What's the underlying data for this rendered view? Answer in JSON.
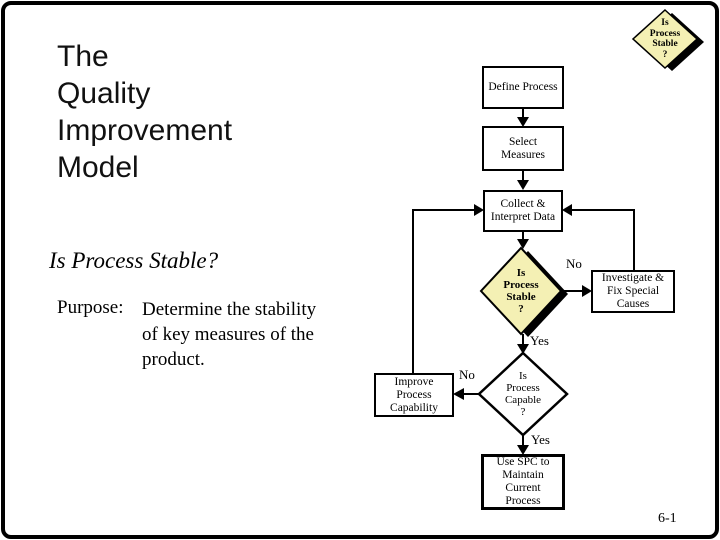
{
  "slide": {
    "title": "The\nQuality\nImprovement\nModel",
    "page_number": "6-1",
    "corner_badge": "Is\nProcess\nStable\n?"
  },
  "content": {
    "heading": "Is Process Stable?",
    "purpose_label": "Purpose:",
    "purpose_text": "Determine the stability\nof key measures of the\nproduct."
  },
  "flowchart": {
    "boxes": {
      "define": "Define Process",
      "select": "Select\nMeasures",
      "collect": "Collect &\nInterpret Data",
      "investigate": "Investigate &\nFix Special\nCauses",
      "improve": "Improve\nProcess\nCapability",
      "spc": "Use SPC to\nMaintain\nCurrent\nProcess"
    },
    "diamonds": {
      "stable": "Is\nProcess\nStable\n?",
      "capable": "Is\nProcess\nCapable\n?"
    },
    "labels": {
      "stable_no": "No",
      "stable_yes": "Yes",
      "capable_no": "No",
      "capable_yes": "Yes"
    },
    "colors": {
      "highlight_yellow": "#F4F0B4",
      "line": "#000000"
    }
  }
}
